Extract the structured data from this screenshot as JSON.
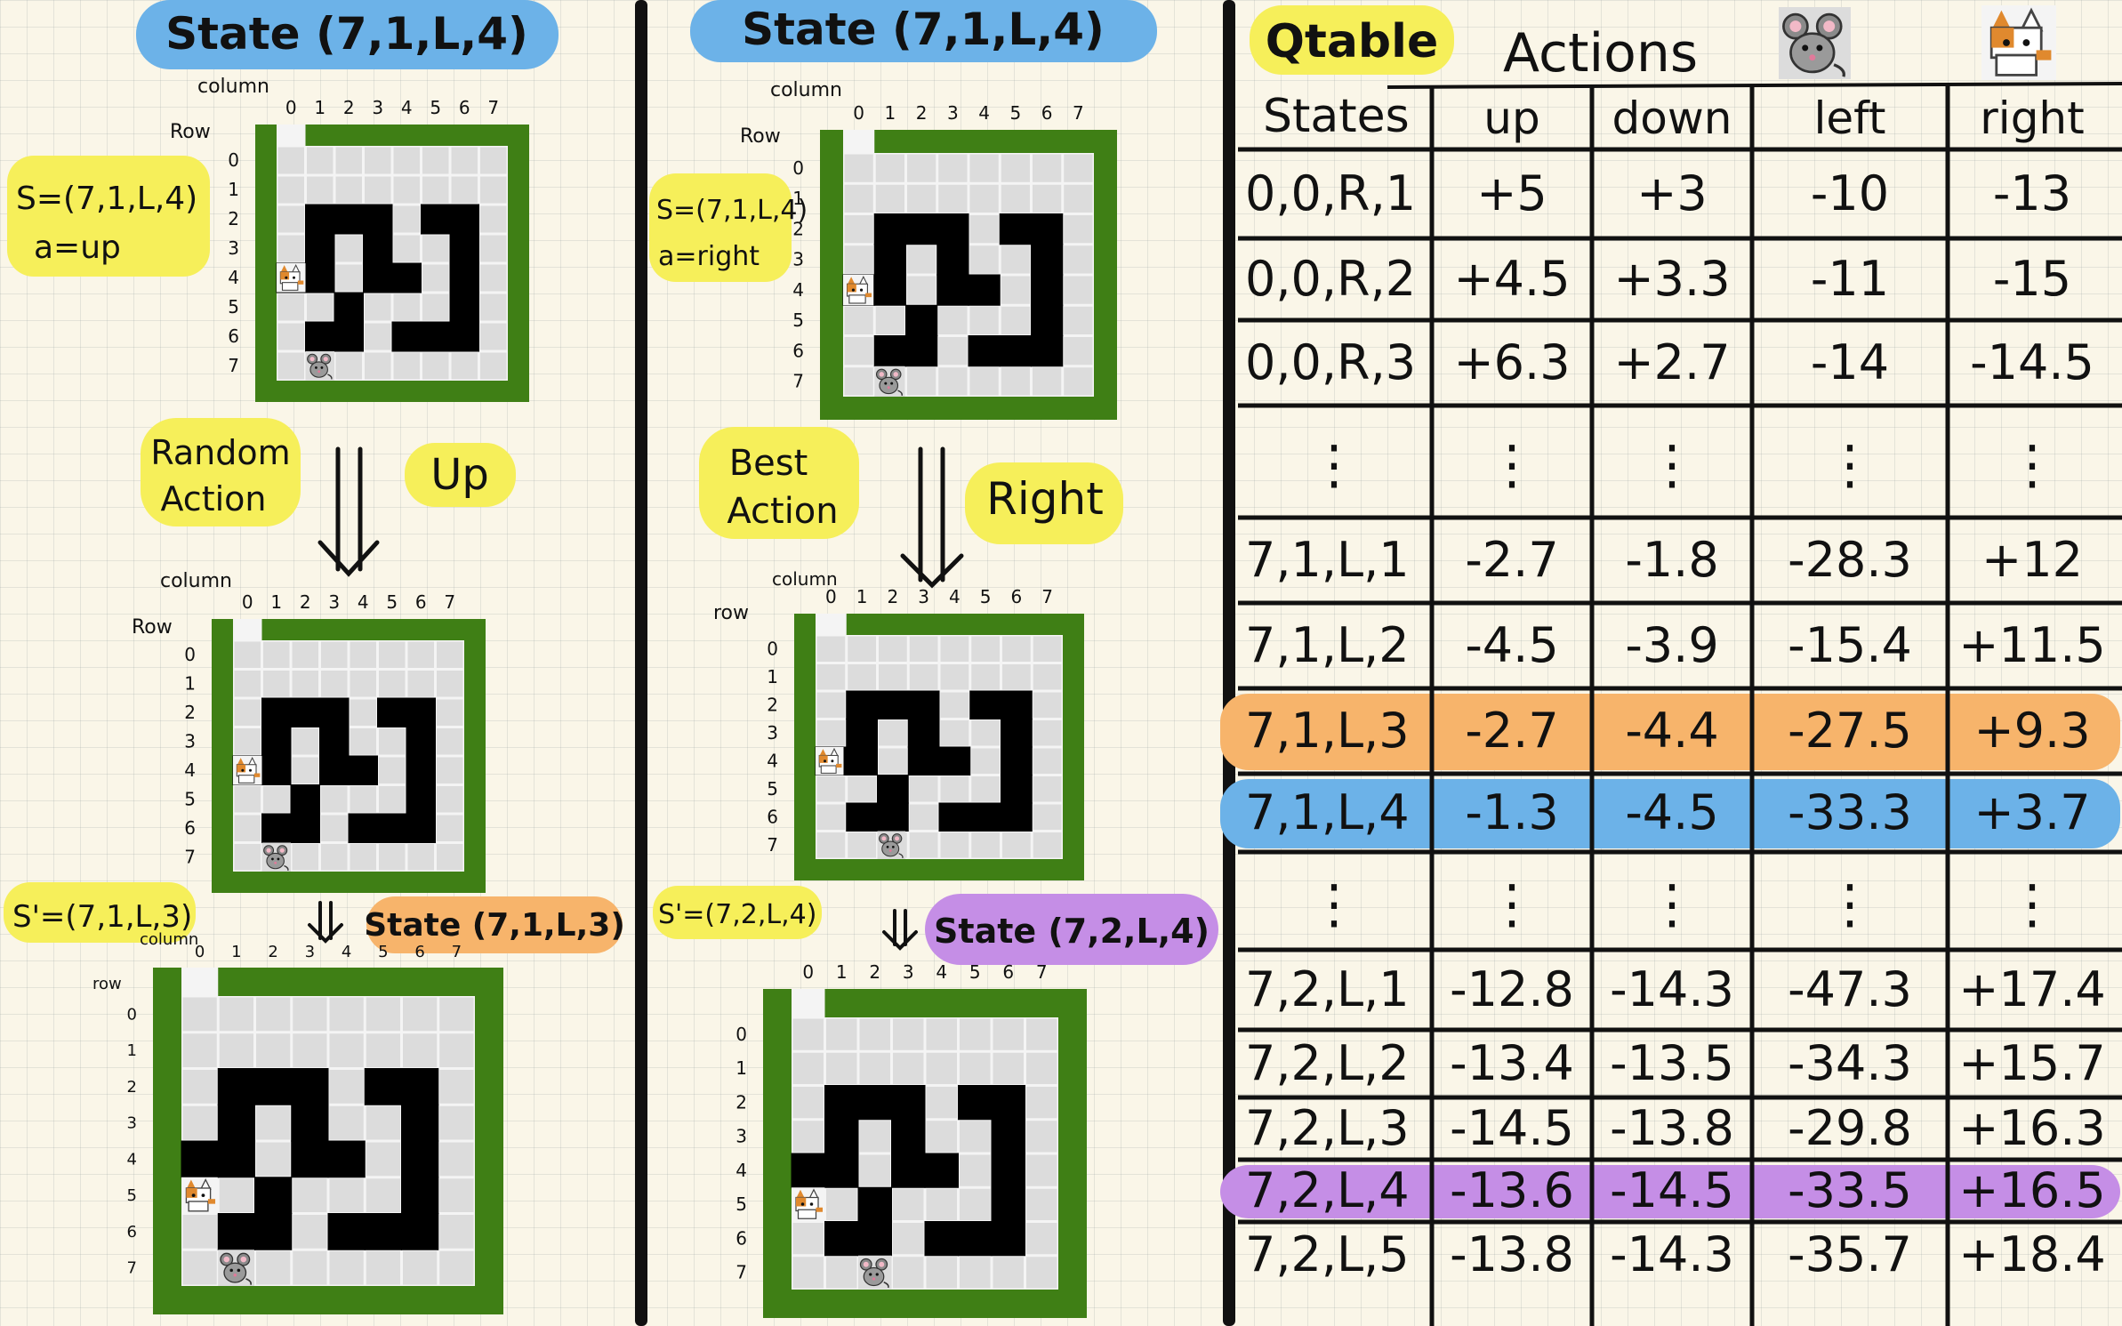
{
  "left_panel": {
    "state_title": "State (7,1,L,4)",
    "column_label": "column",
    "row_label_upper": "Row",
    "row_label_lower": "row",
    "s_label": "S=(7,1,L,4)",
    "a_label": "a=up",
    "action_note_line1": "Random",
    "action_note_line2": "Action",
    "action_word": "Up",
    "s_prime_label": "S'=(7,1,L,3)",
    "next_state_title": "State (7,1,L,3)"
  },
  "middle_panel": {
    "state_title": "State (7,1,L,4)",
    "column_label": "column",
    "row_label_upper": "Row",
    "row_label_lower": "row",
    "s_label": "S=(7,1,L,4)",
    "a_label": "a=right",
    "action_note_line1": "Best",
    "action_note_line2": "Action",
    "action_word": "Right",
    "s_prime_label": "S'=(7,2,L,4)",
    "next_state_title": "State (7,2,L,4)"
  },
  "grid_indices": [
    "0",
    "1",
    "2",
    "3",
    "4",
    "5",
    "6",
    "7"
  ],
  "maze": {
    "walls": [
      "........",
      "........",
      ".###.##.",
      ".#.#..#.",
      "##.##.#.",
      "..#...#.",
      ".##.###.",
      "........"
    ],
    "border_color": "#3f7f15",
    "wall_color": "#000000",
    "cell_color": "#dcdcdc",
    "gap_color": "#f4f4f4"
  },
  "qtable": {
    "title": "Qtable",
    "actions_header": "Actions",
    "states_header": "States",
    "columns": [
      "up",
      "down",
      "left",
      "right"
    ],
    "rows": [
      {
        "state": "0,0,R,1",
        "values": [
          "+5",
          "+3",
          "-10",
          "-13"
        ],
        "highlight": ""
      },
      {
        "state": "0,0,R,2",
        "values": [
          "+4.5",
          "+3.3",
          "-11",
          "-15"
        ],
        "highlight": ""
      },
      {
        "state": "0,0,R,3",
        "values": [
          "+6.3",
          "+2.7",
          "-14",
          "-14.5"
        ],
        "highlight": ""
      },
      {
        "state": "⋮",
        "values": [
          "⋮",
          "⋮",
          "⋮",
          "⋮"
        ],
        "highlight": ""
      },
      {
        "state": "7,1,L,1",
        "values": [
          "-2.7",
          "-1.8",
          "-28.3",
          "+12"
        ],
        "highlight": ""
      },
      {
        "state": "7,1,L,2",
        "values": [
          "-4.5",
          "-3.9",
          "-15.4",
          "+11.5"
        ],
        "highlight": ""
      },
      {
        "state": "7,1,L,3",
        "values": [
          "-2.7",
          "-4.4",
          "-27.5",
          "+9.3"
        ],
        "highlight": "#f7b46b"
      },
      {
        "state": "7,1,L,4",
        "values": [
          "-1.3",
          "-4.5",
          "-33.3",
          "+3.7"
        ],
        "highlight": "#6cb2e8"
      },
      {
        "state": "⋮",
        "values": [
          "⋮",
          "⋮",
          "⋮",
          "⋮"
        ],
        "highlight": ""
      },
      {
        "state": "7,2,L,1",
        "values": [
          "-12.8",
          "-14.3",
          "-47.3",
          "+17.4"
        ],
        "highlight": ""
      },
      {
        "state": "7,2,L,2",
        "values": [
          "-13.4",
          "-13.5",
          "-34.3",
          "+15.7"
        ],
        "highlight": ""
      },
      {
        "state": "7,2,L,3",
        "values": [
          "-14.5",
          "-13.8",
          "-29.8",
          "+16.3"
        ],
        "highlight": ""
      },
      {
        "state": "7,2,L,4",
        "values": [
          "-13.6",
          "-14.5",
          "-33.5",
          "+16.5"
        ],
        "highlight": "#c58ee6"
      },
      {
        "state": "7,2,L,5",
        "values": [
          "-13.8",
          "-14.3",
          "-35.7",
          "+18.4"
        ],
        "highlight": ""
      }
    ]
  },
  "colors": {
    "title_blue": "#6cb2e8",
    "note_yellow": "#f6ef5a",
    "next_orange": "#f7b46b",
    "next_purple": "#c58ee6",
    "cat_orange": "#e0892e",
    "mouse_gray": "#8a8a8a"
  },
  "icons": [
    "mouse-icon",
    "cat-icon"
  ]
}
